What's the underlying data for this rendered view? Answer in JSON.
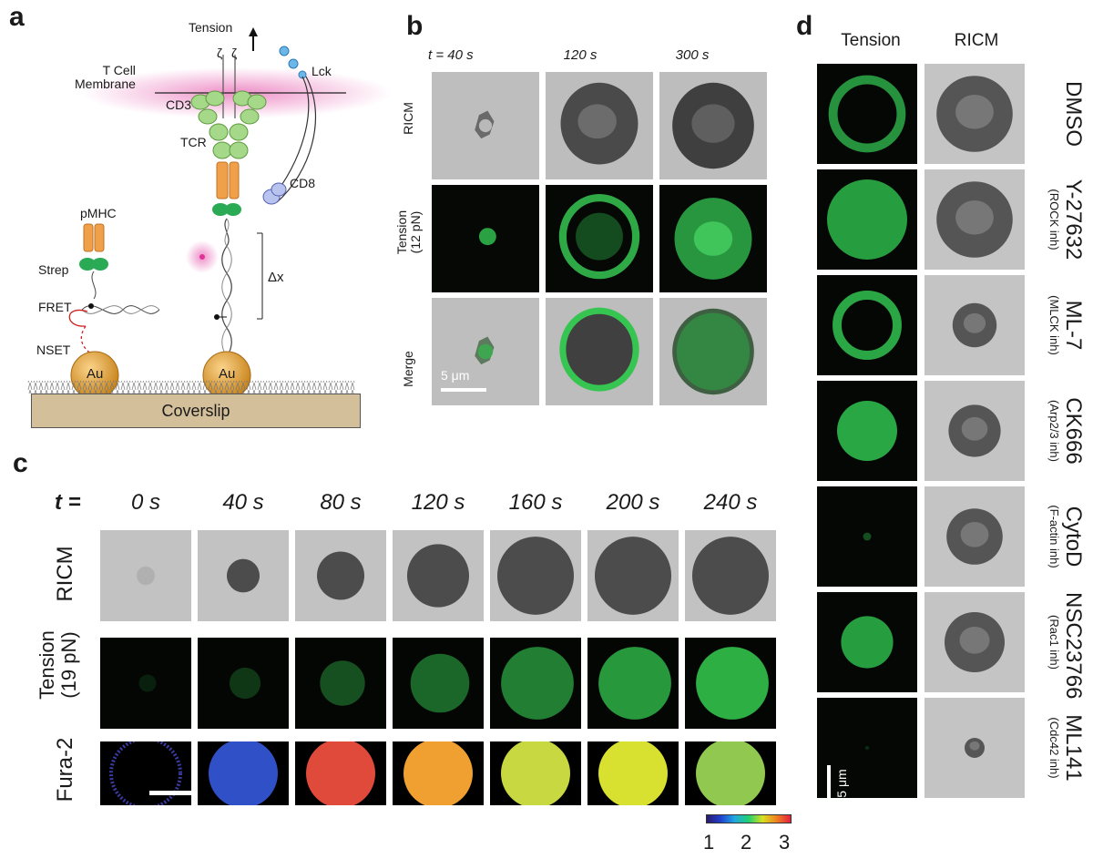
{
  "figure": {
    "panel_a": {
      "letter": "a",
      "labels": {
        "tension": "Tension",
        "membrane": "T Cell\nMembrane",
        "zeta1": "ζ",
        "zeta2": "ζ",
        "lck": "Lck",
        "cd3": "CD3",
        "tcr": "TCR",
        "cd8": "CD8",
        "pmhc": "pMHC",
        "strep": "Strep",
        "fret": "FRET",
        "nset": "NSET",
        "dx": "Δx",
        "au1": "Au",
        "au2": "Au",
        "coverslip": "Coverslip"
      }
    },
    "panel_b": {
      "letter": "b",
      "times": [
        "t = 40 s",
        "120 s",
        "300 s"
      ],
      "rows": [
        {
          "label": "RICM"
        },
        {
          "label": "Tension\n(12 pN)"
        },
        {
          "label": "Merge"
        }
      ],
      "scalebar": "5 μm"
    },
    "panel_c": {
      "letter": "c",
      "t_prefix": "t =",
      "times": [
        "0 s",
        "40 s",
        "80 s",
        "120 s",
        "160 s",
        "200 s",
        "240 s"
      ],
      "rows": [
        {
          "label": "RICM"
        },
        {
          "label": "Tension\n(19 pN)"
        },
        {
          "label": "Fura-2"
        }
      ],
      "colorbar_ticks": [
        "1",
        "2",
        "3"
      ]
    },
    "panel_d": {
      "letter": "d",
      "col_headers": [
        "Tension",
        "RICM"
      ],
      "rows": [
        {
          "drug": "DMSO",
          "target": ""
        },
        {
          "drug": "Y-27632",
          "target": "(ROCK inh)"
        },
        {
          "drug": "ML-7",
          "target": "(MLCK inh)"
        },
        {
          "drug": "CK666",
          "target": "(Arp2/3 inh)"
        },
        {
          "drug": "CytoD",
          "target": "(F-actin inh)"
        },
        {
          "drug": "NSC23766",
          "target": "(Rac1 inh)"
        },
        {
          "drug": "ML141",
          "target": "(Cdc42 inh)"
        }
      ],
      "scalebar": "5 μm"
    }
  }
}
